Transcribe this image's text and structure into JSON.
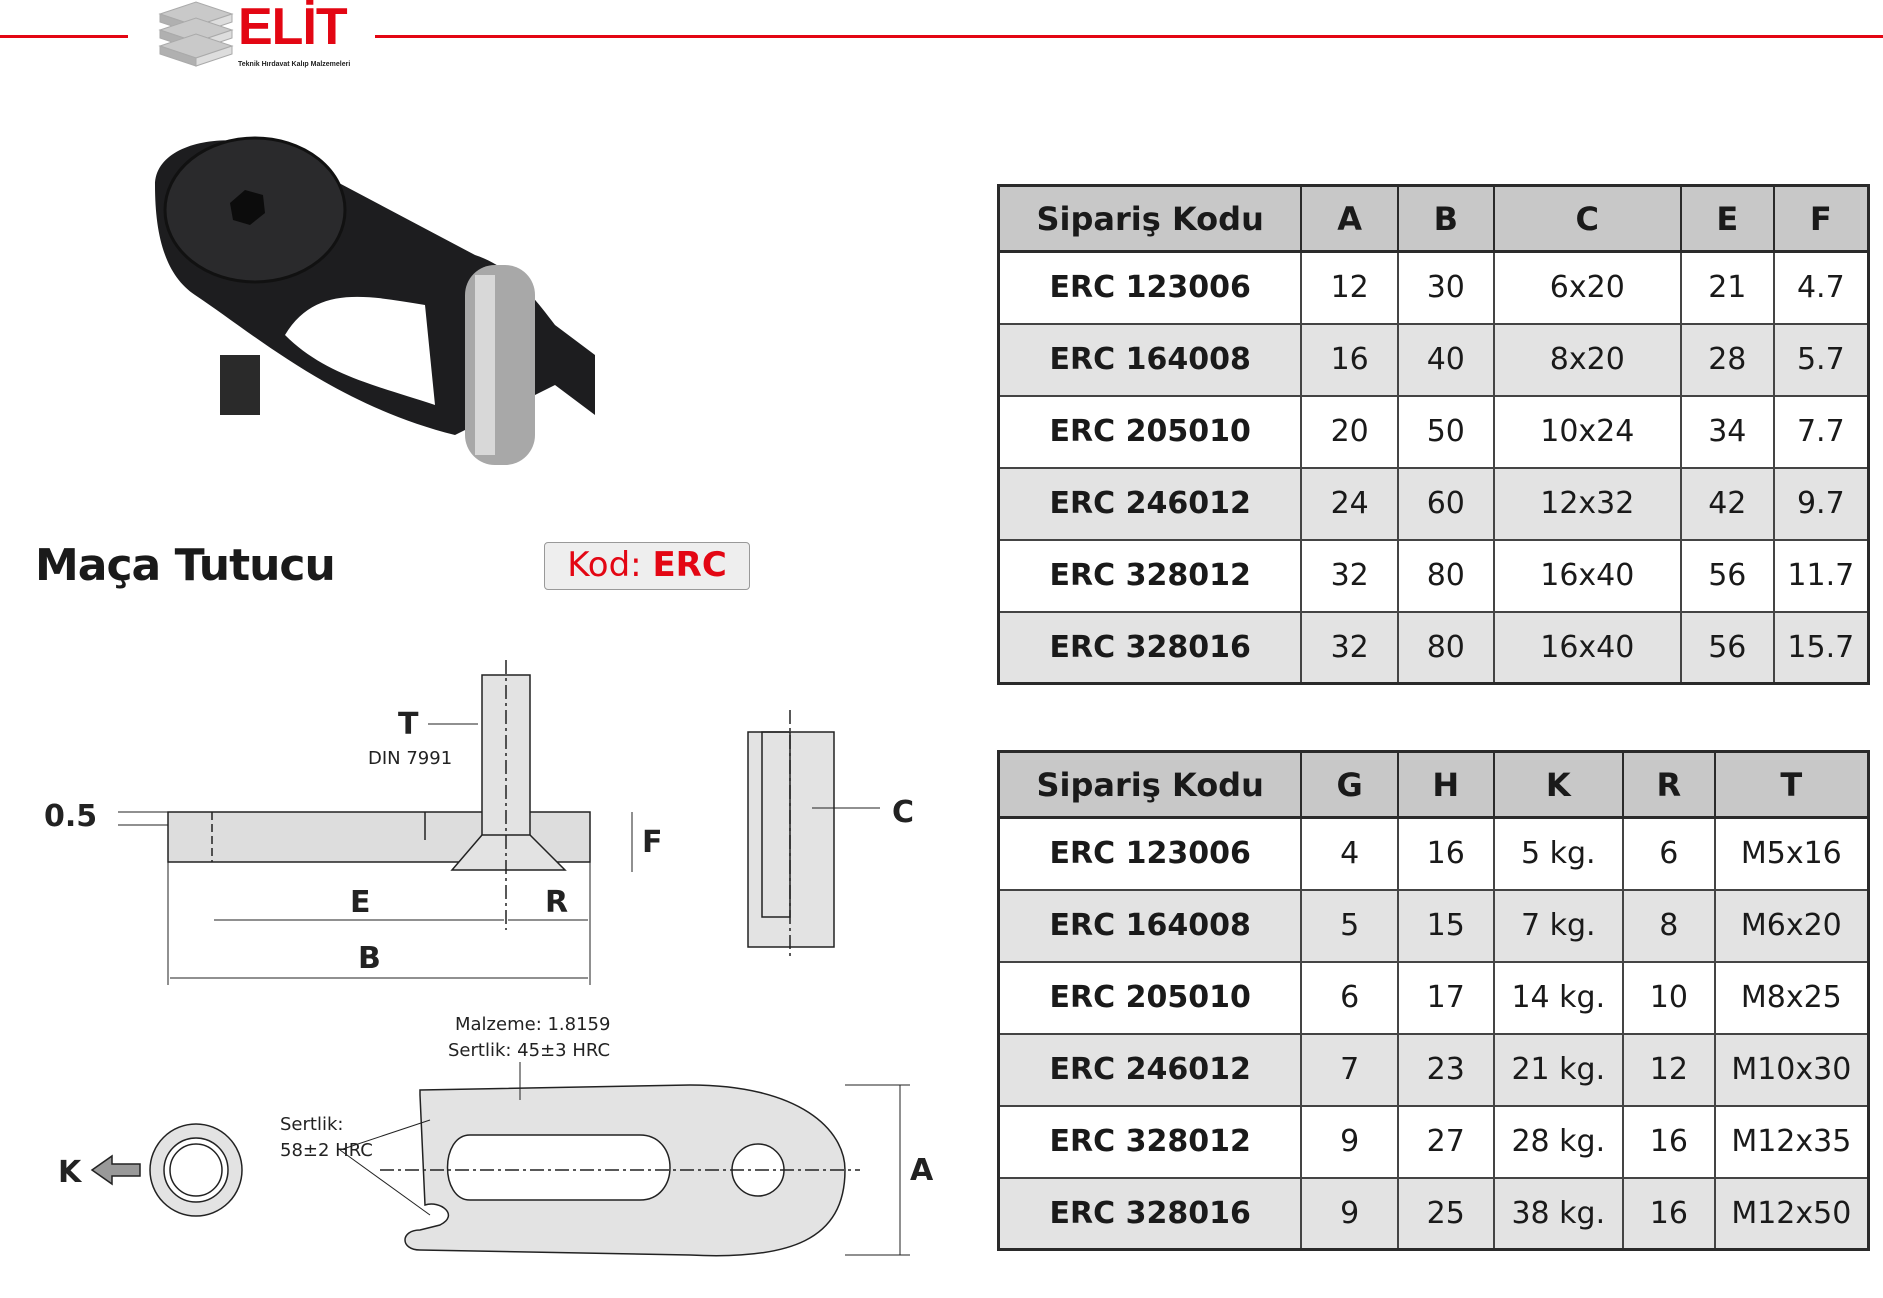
{
  "brand": {
    "name": "ELİT",
    "tagline": "Teknik Hırdavat Kalıp Malzemeleri",
    "red": "#e30613"
  },
  "product": {
    "title": "Maça Tutucu",
    "kod_label": "Kod:",
    "kod_value": "ERC"
  },
  "table1": {
    "headers": [
      "Sipariş Kodu",
      "A",
      "B",
      "C",
      "E",
      "F"
    ],
    "rows": [
      [
        "ERC 123006",
        "12",
        "30",
        "6x20",
        "21",
        "4.7"
      ],
      [
        "ERC 164008",
        "16",
        "40",
        "8x20",
        "28",
        "5.7"
      ],
      [
        "ERC 205010",
        "20",
        "50",
        "10x24",
        "34",
        "7.7"
      ],
      [
        "ERC 246012",
        "24",
        "60",
        "12x32",
        "42",
        "9.7"
      ],
      [
        "ERC 328012",
        "32",
        "80",
        "16x40",
        "56",
        "11.7"
      ],
      [
        "ERC 328016",
        "32",
        "80",
        "16x40",
        "56",
        "15.7"
      ]
    ]
  },
  "table2": {
    "headers": [
      "Sipariş Kodu",
      "G",
      "H",
      "K",
      "R",
      "T"
    ],
    "rows": [
      [
        "ERC 123006",
        "4",
        "16",
        "5 kg.",
        "6",
        "M5x16"
      ],
      [
        "ERC 164008",
        "5",
        "15",
        "7 kg.",
        "8",
        "M6x20"
      ],
      [
        "ERC 205010",
        "6",
        "17",
        "14 kg.",
        "10",
        "M8x25"
      ],
      [
        "ERC 246012",
        "7",
        "23",
        "21 kg.",
        "12",
        "M10x30"
      ],
      [
        "ERC 328012",
        "9",
        "27",
        "28 kg.",
        "16",
        "M12x35"
      ],
      [
        "ERC 328016",
        "9",
        "25",
        "38 kg.",
        "16",
        "M12x50"
      ]
    ]
  },
  "drawing": {
    "T": "T",
    "din": "DIN 7991",
    "d05": "0.5",
    "F": "F",
    "E": "E",
    "R": "R",
    "B": "B",
    "C": "C",
    "material": "Malzeme: 1.8159",
    "hardness_body": "Sertlik: 45±3 HRC",
    "hardness_tip_1": "Sertlik:",
    "hardness_tip_2": "58±2 HRC",
    "K": "K",
    "A": "A"
  }
}
